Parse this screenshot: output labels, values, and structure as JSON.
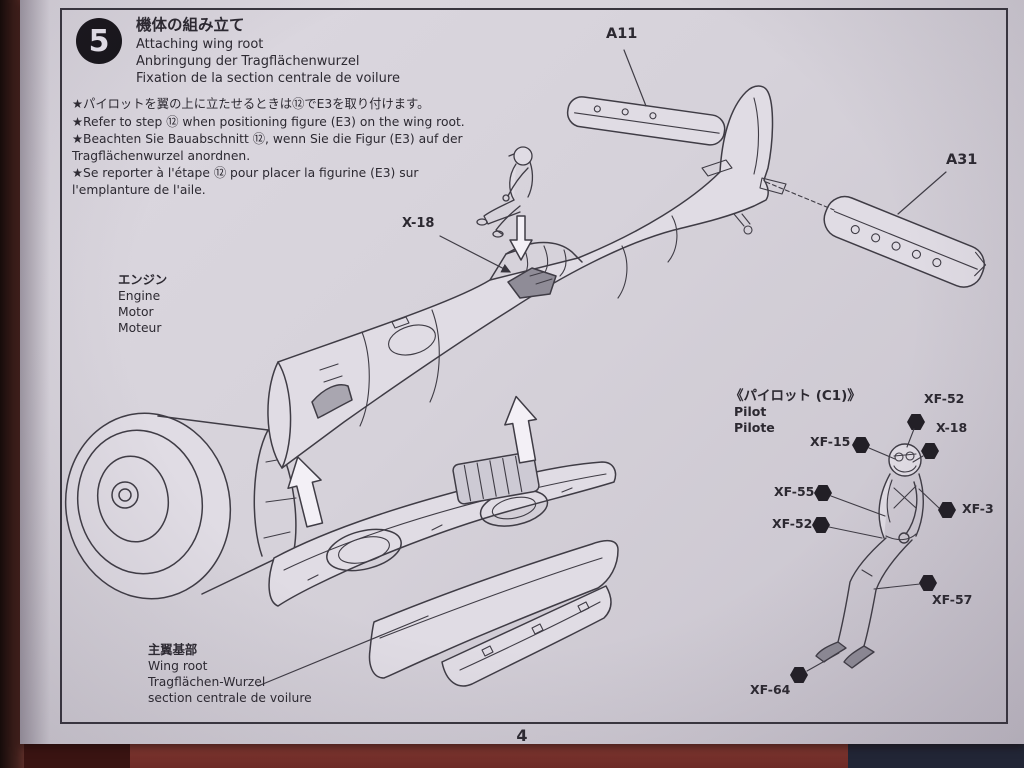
{
  "colors": {
    "paper": "#d6d2da",
    "ink": "#38353e",
    "table_red": "#7c342e",
    "badge_black": "#17151a"
  },
  "step": {
    "number": "5"
  },
  "titles": {
    "ja": "機体の組み立て",
    "en": "Attaching wing root",
    "de": "Anbringung der Tragflächenwurzel",
    "fr": "Fixation de la section centrale de voilure"
  },
  "notes": [
    "★パイロットを翼の上に立たせるときは⑫でE3を取り付けます。",
    "★Refer to step ⑫ when positioning figure (E3) on the wing root.",
    "★Beachten Sie Bauabschnitt ⑫, wenn Sie die Figur (E3) auf der Tragflächenwurzel anordnen.",
    "★Se reporter à l'étape ⑫ pour placer la figurine (E3) sur l'emplanture de l'aile."
  ],
  "labels": {
    "a11": "A11",
    "a31": "A31",
    "x18": "X-18"
  },
  "engine": {
    "ja": "エンジン",
    "en": "Engine",
    "de": "Motor",
    "fr": "Moteur"
  },
  "wing_root": {
    "ja": "主翼基部",
    "en": "Wing root",
    "de": "Tragflächen-Wurzel",
    "fr": "section centrale de voilure"
  },
  "pilot_panel": {
    "title": "《パイロット (C1)》",
    "en": "Pilot",
    "fr": "Pilote",
    "paints": [
      "XF-52",
      "X-18",
      "XF-15",
      "XF-55",
      "XF-52",
      "XF-3",
      "XF-57",
      "XF-64"
    ]
  },
  "page_number": "4"
}
